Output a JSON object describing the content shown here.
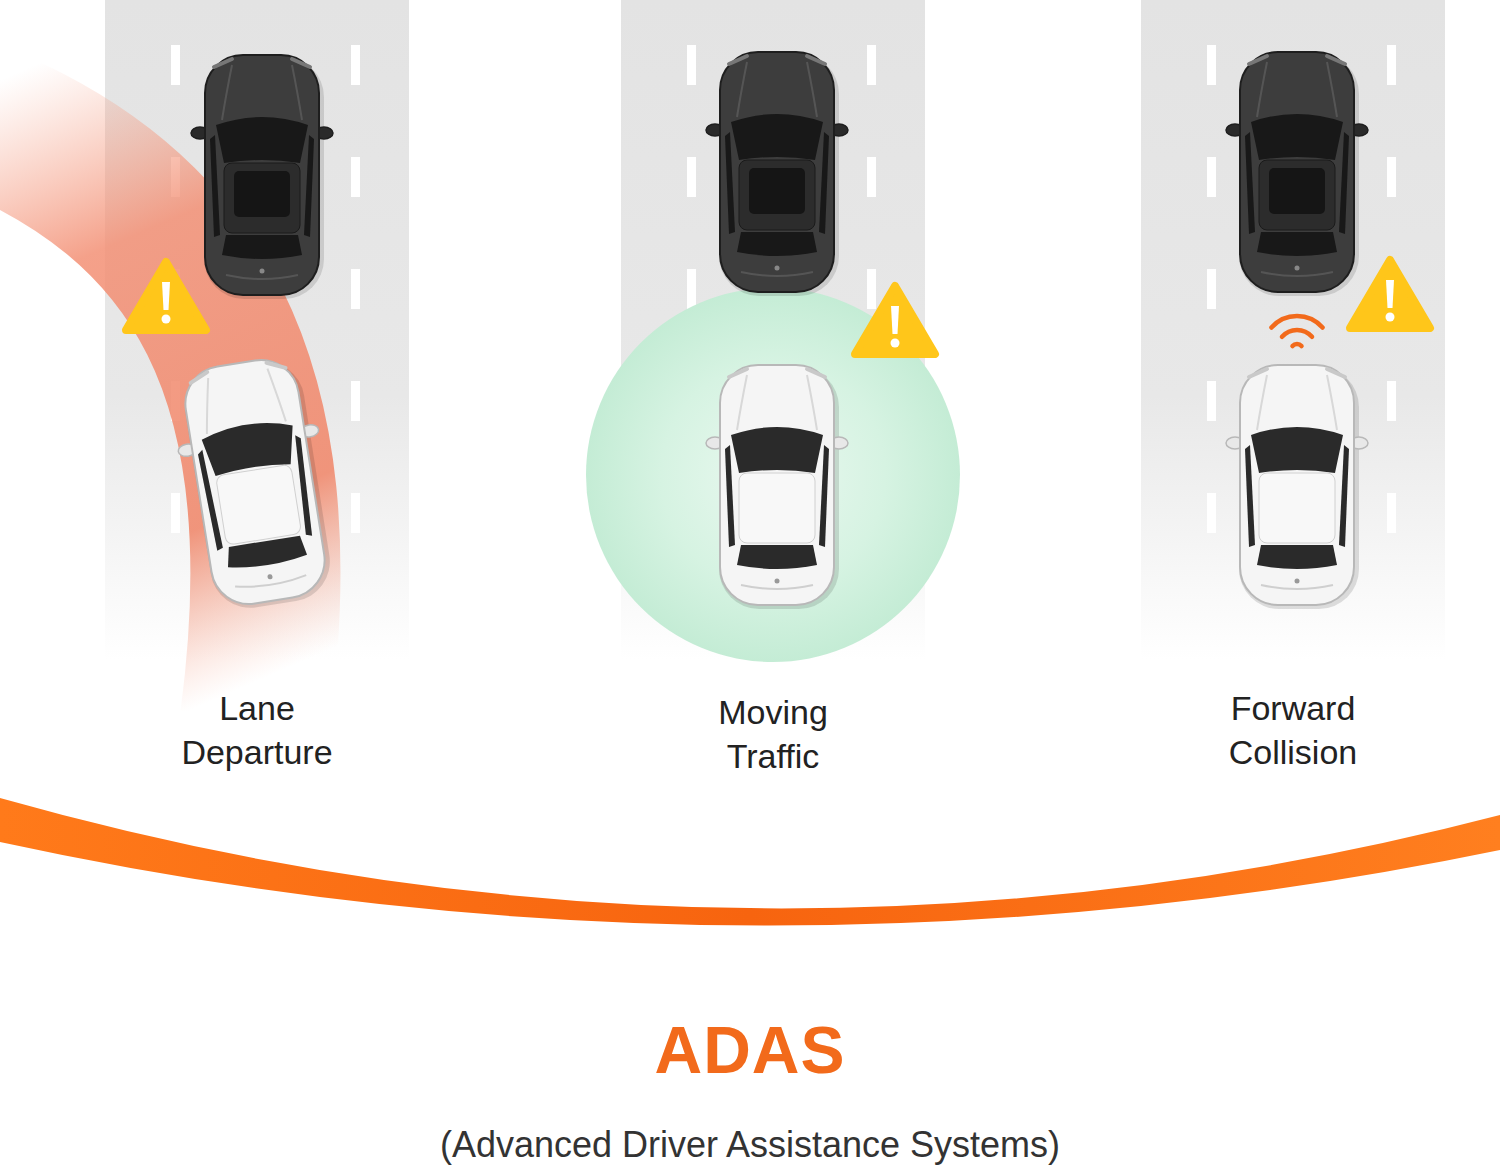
{
  "diagram": {
    "title": "ADAS",
    "caption": "(Advanced Driver Assistance Systems)",
    "labels": [
      "Lane Departure",
      "Moving Traffic",
      "Forward Collision"
    ]
  }
}
